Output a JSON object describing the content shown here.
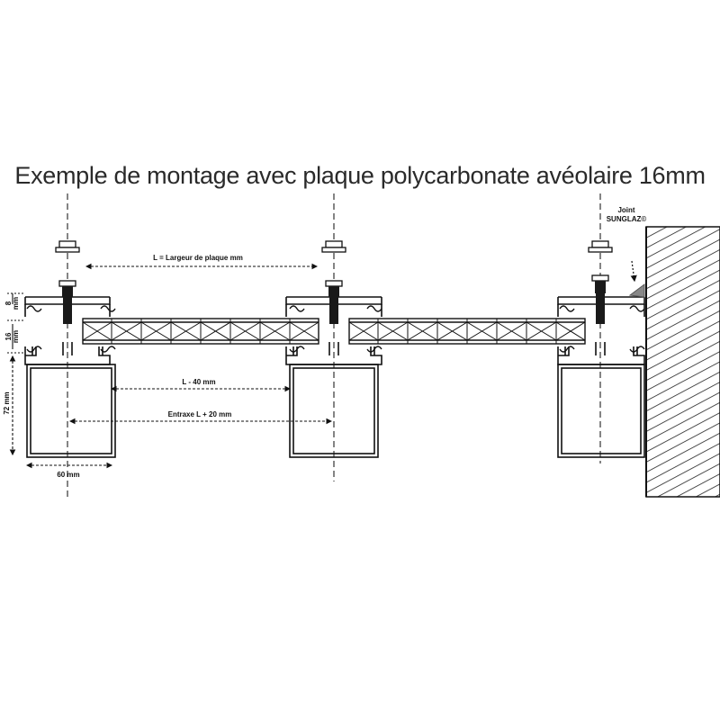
{
  "title": "Exemple de montage avec plaque polycarbonate avéolaire 16mm",
  "labels": {
    "plate_width": "L = Largeur de plaque mm",
    "inner_gap": "L - 40 mm",
    "center_distance": "Entraxe L + 20 mm",
    "joint_line1": "Joint",
    "joint_line2": "SUNGLAZ©",
    "dim_8": "8",
    "dim_8_unit": "mm",
    "dim_16": "16",
    "dim_16_unit": "mm",
    "dim_72": "72 mm",
    "dim_60": "60 mm"
  },
  "colors": {
    "line": "#111111",
    "bolt": "#1a1a1a",
    "gasket": "#888888"
  }
}
